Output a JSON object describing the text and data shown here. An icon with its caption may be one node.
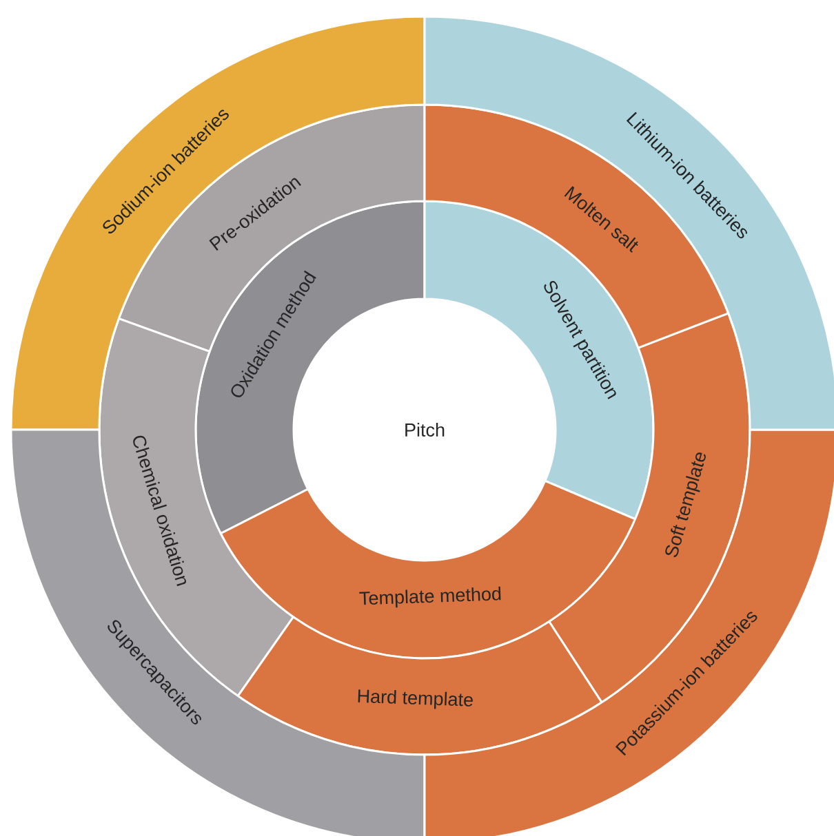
{
  "diagram": {
    "nodes": [
      {
        "text": [
          "Pitch"
        ]
      },
      {
        "text": [
          "Oxidation method"
        ]
      },
      {
        "text": [
          "Template method"
        ]
      },
      {
        "text": [
          "Solvent partition"
        ]
      },
      {
        "text": [
          "Pre-oxidation"
        ]
      },
      {
        "text": [
          "Chemical oxidation"
        ]
      },
      {
        "text": [
          "Hard template"
        ]
      },
      {
        "text": [
          "Soft template"
        ]
      },
      {
        "text": [
          "Molten salt"
        ]
      },
      {
        "text": [
          "Sodium-ion batteries"
        ]
      },
      {
        "text": [
          "Supercapacitors"
        ]
      },
      {
        "text": [
          "Potassium-ion batteries"
        ]
      },
      {
        "text": [
          "Lithium-ion batteries"
        ]
      }
    ]
  }
}
